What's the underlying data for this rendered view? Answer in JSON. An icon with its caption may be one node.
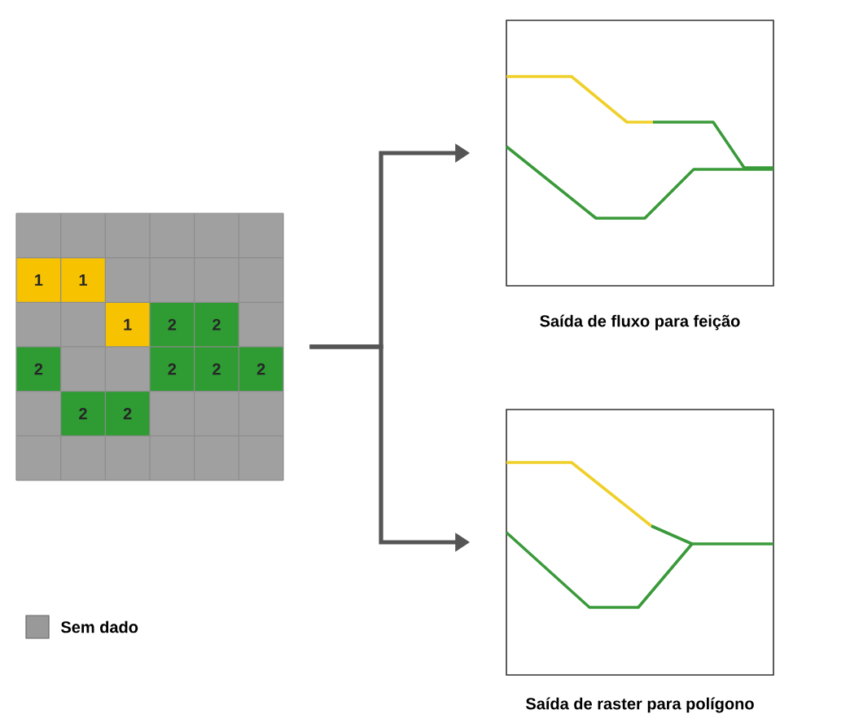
{
  "diagram": {
    "nodes": [
      {
        "text": [],
        "shape": "grid"
      },
      {
        "text": [],
        "shape": "box",
        "beside": [
          "Saída de fluxo para feição"
        ]
      },
      {
        "text": [],
        "shape": "box",
        "beside": [
          "Saída de raster para polígono"
        ]
      }
    ],
    "edges": [
      {
        "from": 0,
        "to": 1,
        "arrow": "to"
      },
      {
        "from": 0,
        "to": 2,
        "arrow": "to"
      }
    ],
    "labels": [
      "1",
      "1",
      "1",
      "2",
      "2",
      "2",
      "2",
      "2",
      "2",
      "2",
      "2"
    ],
    "legend": [
      {
        "text": "Sem dado",
        "color": "#999999"
      }
    ]
  }
}
